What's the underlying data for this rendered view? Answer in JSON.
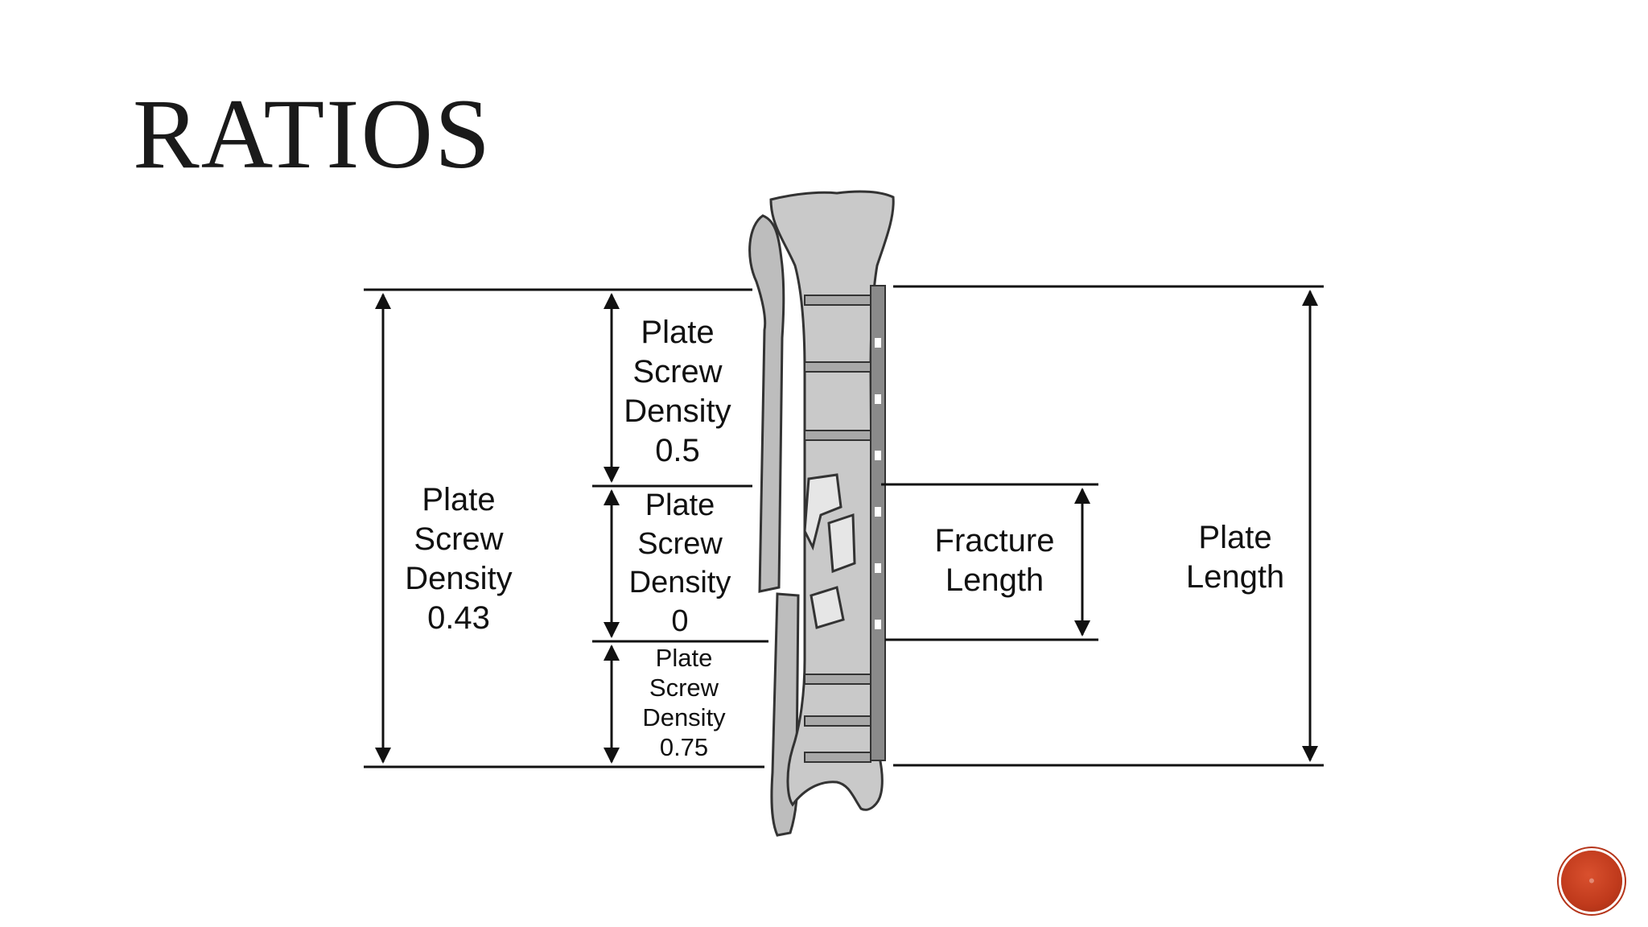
{
  "slide": {
    "title": "RATIOS"
  },
  "diagram": {
    "left_label": [
      "Plate",
      "Screw",
      "Density",
      "0.43"
    ],
    "seg_top": [
      "Plate",
      "Screw",
      "Density",
      "0.5"
    ],
    "seg_mid": [
      "Plate",
      "Screw",
      "Density",
      "0"
    ],
    "seg_bottom": [
      "Plate",
      "Screw",
      "Density",
      "0.75"
    ],
    "fracture": [
      "Fracture",
      "Length"
    ],
    "plate_length": [
      "Plate",
      "Length"
    ]
  },
  "colors": {
    "bone_fill": "#c9c9c9",
    "bone_stroke": "#333333",
    "plate": "#8a8a8a",
    "nav_button": "#c03a1c"
  },
  "icons": {
    "nav_button": "circle-nav-icon"
  }
}
